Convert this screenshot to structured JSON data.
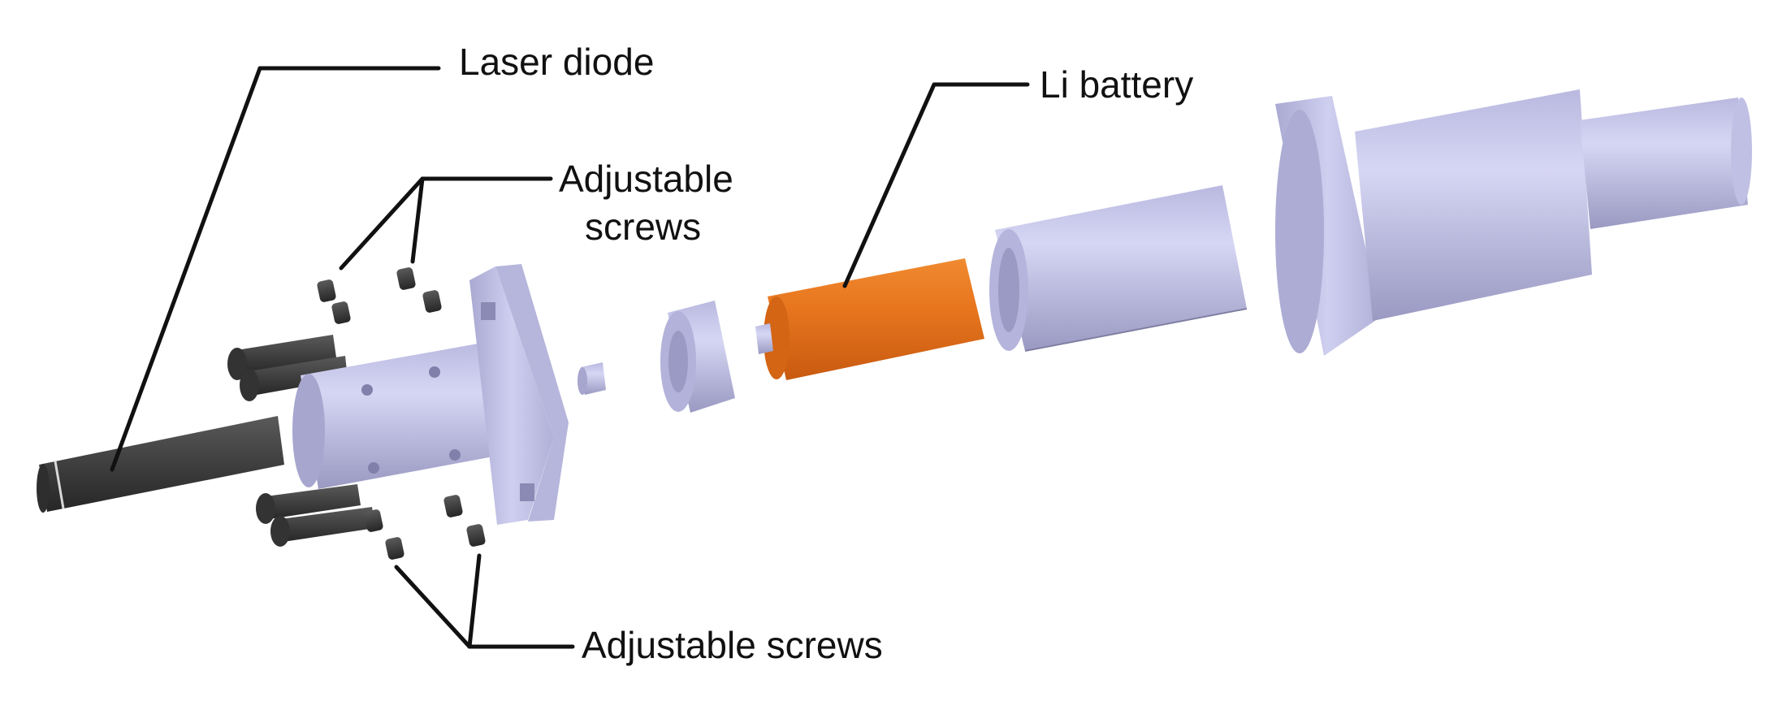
{
  "labels": {
    "laser_diode": "Laser diode",
    "adjustable_screws_top_line1": "Adjustable",
    "adjustable_screws_top_line2": "screws",
    "li_battery": "Li battery",
    "adjustable_screws_bottom": "Adjustable screws"
  },
  "colors": {
    "part_body": "#c4c4ea",
    "part_shadow": "#9d9dc6",
    "battery": "#e6731e",
    "laser_diode": "#3c3c3c",
    "screws": "#3a3a3a",
    "leader_lines": "#111111"
  }
}
